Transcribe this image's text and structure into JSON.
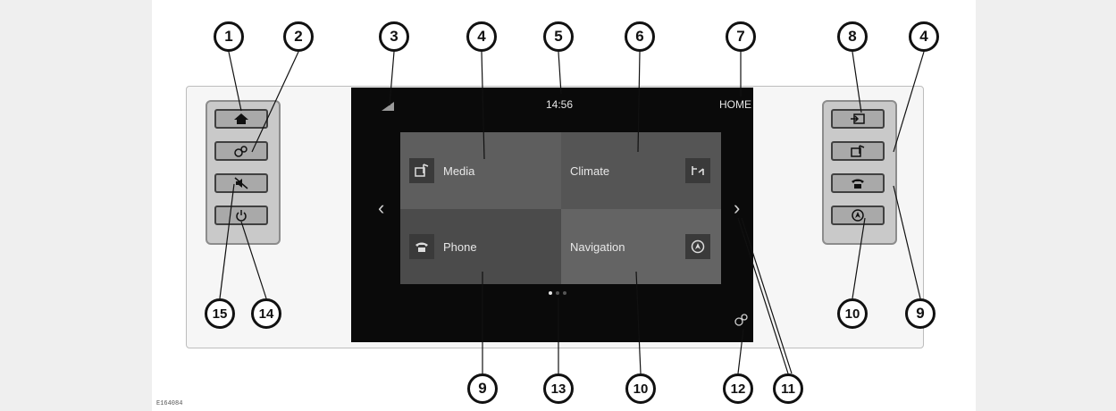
{
  "screen": {
    "clock": "14:56",
    "home_label": "HOME",
    "tiles": {
      "media": "Media",
      "climate": "Climate",
      "phone": "Phone",
      "navigation": "Navigation"
    }
  },
  "callouts": {
    "top": [
      "1",
      "2",
      "3",
      "4",
      "5",
      "6",
      "7",
      "8",
      "4"
    ],
    "bottom": [
      "15",
      "14",
      "9",
      "13",
      "10",
      "12",
      "11",
      "10",
      "9"
    ]
  },
  "figure_code": "E164084",
  "colors": {
    "page_background": "#efefef",
    "screen_background": "#0a0a0a",
    "tile_gray": "#5a5a5a",
    "hard_button": "#a9a9a9"
  },
  "icons": {
    "left_buttons": [
      "home-icon",
      "settings-link-icon",
      "mute-icon",
      "power-icon"
    ],
    "right_buttons": [
      "source-icon",
      "media-icon",
      "phone-icon",
      "navigation-icon"
    ],
    "screen": [
      "signal-icon",
      "chevron-left-icon",
      "chevron-right-icon",
      "settings-link-icon",
      "page-dots"
    ]
  }
}
